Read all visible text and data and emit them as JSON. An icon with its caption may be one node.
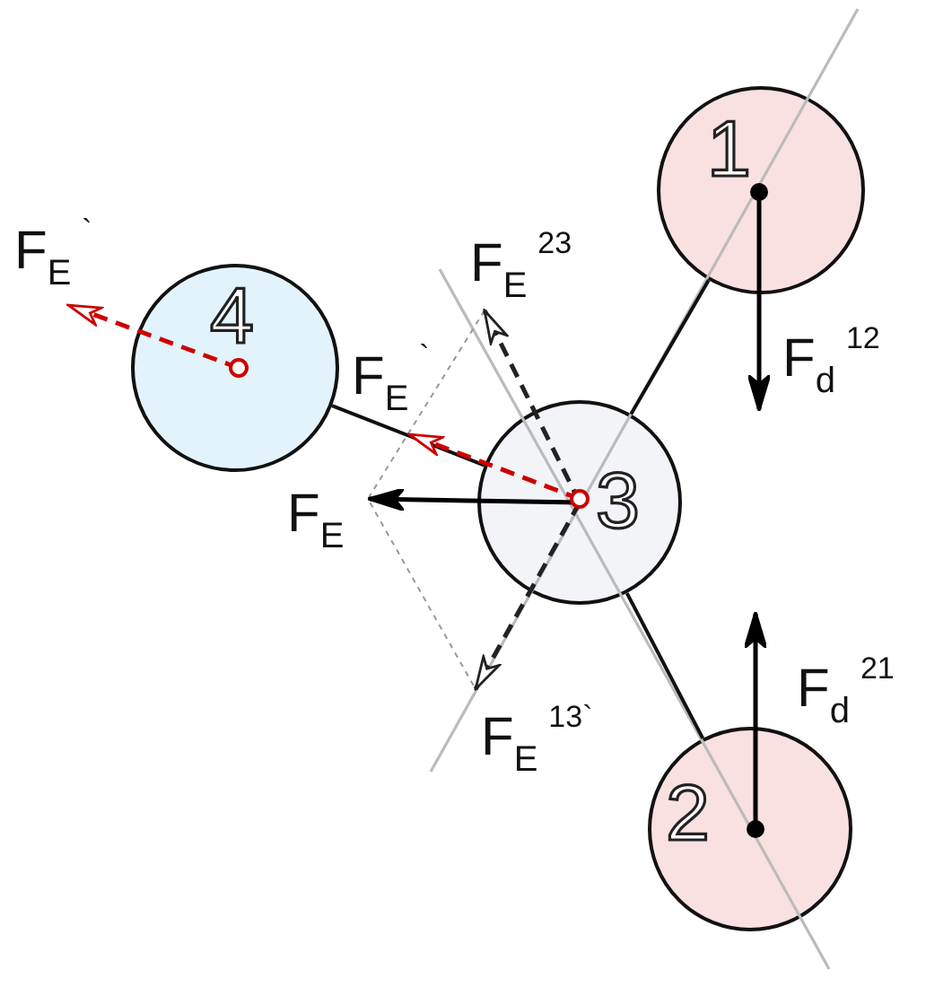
{
  "diagram": {
    "nodes": [
      {
        "text": [
          "1"
        ]
      },
      {
        "text": [
          "4"
        ]
      },
      {
        "text": [
          "3"
        ]
      },
      {
        "text": [
          "2"
        ]
      }
    ],
    "edges": [
      {
        "from": 0,
        "to": 2,
        "arrow": "none"
      },
      {
        "from": 1,
        "to": 2,
        "arrow": "none"
      },
      {
        "from": 2,
        "to": 3,
        "arrow": "none"
      }
    ],
    "labels": [
      "F$_{E}$$^{`}$",
      "F$_{E}$$^{23}$",
      "F$_{E}$$^{`}$",
      "F$_{d}$$^{12}$",
      "F$_{E}$",
      "F$_{d}$$^{21}$",
      "F$_{E}$$^{13`}$"
    ]
  }
}
